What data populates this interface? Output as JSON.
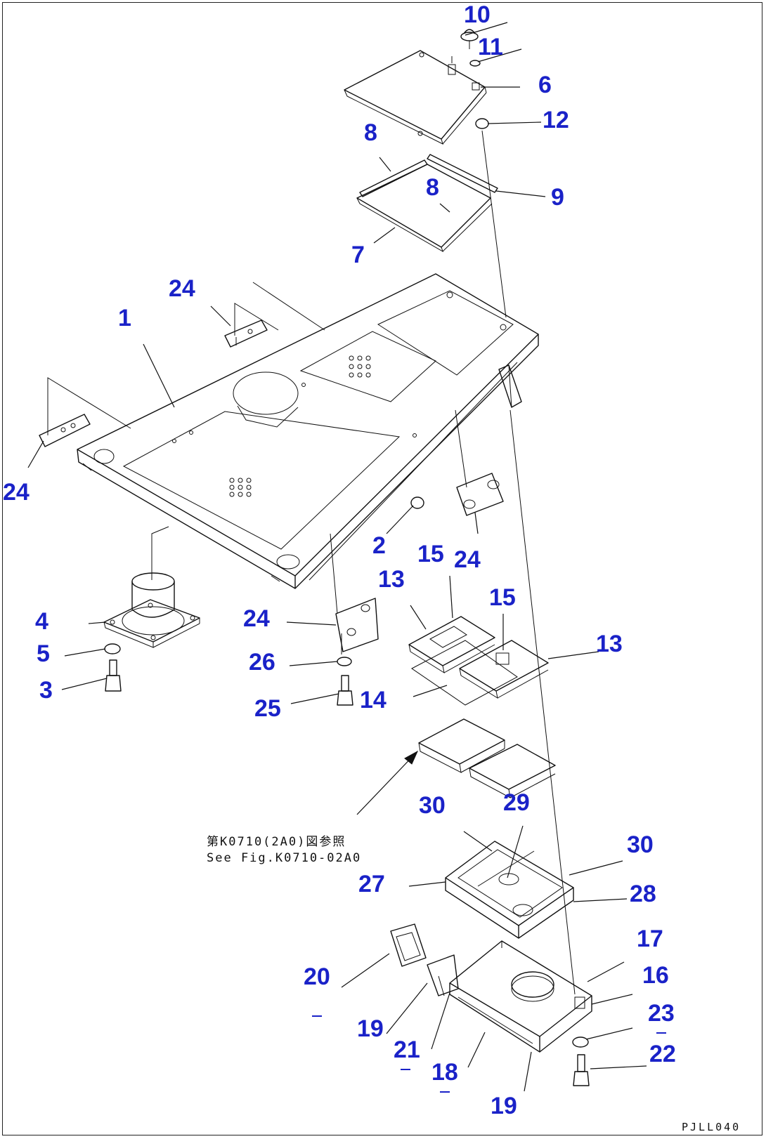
{
  "callouts": {
    "c1": "1",
    "c2": "2",
    "c3": "3",
    "c4": "4",
    "c5": "5",
    "c6": "6",
    "c7": "7",
    "c8a": "8",
    "c8b": "8",
    "c9": "9",
    "c10": "10",
    "c11": "11",
    "c12": "12",
    "c13a": "13",
    "c13b": "13",
    "c14": "14",
    "c15a": "15",
    "c15b": "15",
    "c16": "16",
    "c17": "17",
    "c18": "18",
    "c19a": "19",
    "c19b": "19",
    "c20": "20",
    "c21": "21",
    "c22": "22",
    "c23": "23",
    "c24a": "24",
    "c24b": "24",
    "c24c": "24",
    "c24d": "24",
    "c25": "25",
    "c26": "26",
    "c27": "27",
    "c28": "28",
    "c29": "29",
    "c30a": "30",
    "c30b": "30"
  },
  "reference_note": {
    "japanese": "第K0710(2A0)図参照",
    "english": "See Fig.K0710-02A0"
  },
  "drawing_code": "PJLL040"
}
